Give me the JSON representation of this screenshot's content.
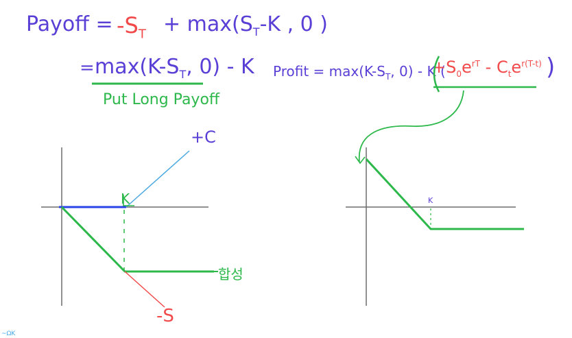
{
  "colors": {
    "purple": "#5a3fd6",
    "red": "#f24a4a",
    "green": "#2cb84a",
    "blue": "#2a43e8",
    "lightblue": "#4aa8e0",
    "gray": "#6b6b6b",
    "logo": "#3fa6e6"
  },
  "formula": {
    "payoff_label": "Payoff =",
    "payoff_minus_st": "-S",
    "payoff_minus_st_sub": "T",
    "payoff_rest": "+ max(S",
    "payoff_rest_sub": "T",
    "payoff_rest_tail": "-K , 0 )",
    "equals": "=",
    "line2": "max(K-S",
    "line2_sub": "T",
    "line2_tail": ", 0) - K",
    "put_long_payoff": "Put Long Payoff"
  },
  "profit": {
    "label": "Profit = max(K-S",
    "label_sub": "T",
    "label_tail": ", 0) - K (",
    "red_part1": "+S",
    "red_part1_sub": "0",
    "red_part1_e": "e",
    "red_part1_sup": "rT",
    "red_part2": "- C",
    "red_part2_sub": "t",
    "red_part2_e": "e",
    "red_part2_sup": "r(T-t)",
    "close": ")"
  },
  "left_chart": {
    "label_plus_c": "+C",
    "label_k": "K",
    "label_minus_s": "-S",
    "label_korean": "합성"
  },
  "right_chart": {
    "label_k": "K"
  },
  "logo": {
    "mark": "~ΩK"
  }
}
